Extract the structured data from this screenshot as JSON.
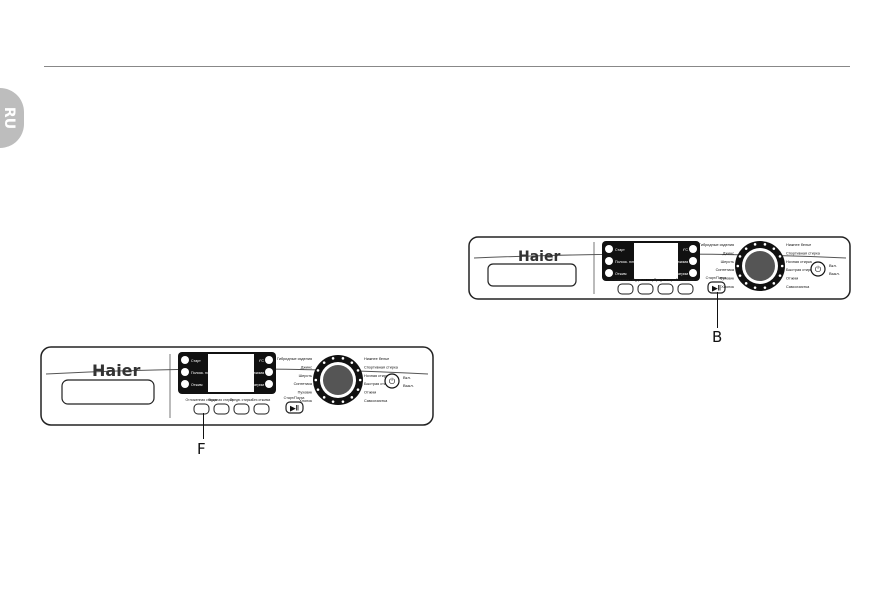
{
  "page": {
    "language_tab": "RU"
  },
  "panel_a": {
    "brand": "Haier",
    "left_buttons": [
      "Старт",
      "Полоск. плюс",
      "Отжим"
    ],
    "right_buttons": [
      "t°C",
      "Скорость отжима",
      "Затрим"
    ],
    "bottom_buttons": [
      "Отложенная стирка",
      "Водяная стирка",
      "Предв. стирка",
      "Без отжима"
    ],
    "start_pause_label": "Старт/Пауза",
    "dial_left_labels": [
      "Гибридные изделия",
      "Джинс",
      "Шерсть",
      "Синтетика",
      "Пуховик",
      "Хлопок"
    ],
    "dial_right_labels": [
      "Нижнее белье",
      "Спортивная стирка",
      "Ночная стирка",
      "Быстрая стирка",
      "Отжим",
      "Самоочистка"
    ],
    "power_labels": [
      "Вкл.",
      "Выкл."
    ],
    "callout_letter": "F"
  },
  "panel_b": {
    "brand": "Haier",
    "left_buttons": [
      "Старт",
      "Полоск. плюс",
      "Отжим"
    ],
    "right_buttons": [
      "t°C",
      "Скорость отжима",
      "Затрим"
    ],
    "bottom_buttons": [
      "Отложенная стирка",
      "Водяная стирка",
      "Предв. стирка",
      "Без отжима"
    ],
    "start_pause_label": "Старт/Пауза",
    "dial_left_labels": [
      "Гибридные изделия",
      "Джинс",
      "Шерсть",
      "Синтетика",
      "Пуховик",
      "Хлопок"
    ],
    "dial_right_labels": [
      "Нижнее белье",
      "Спортивная стирка",
      "Ночная стирка",
      "Быстрая стирка",
      "Отжим",
      "Самоочистка"
    ],
    "power_labels": [
      "Вкл.",
      "Выкл."
    ],
    "callout_letter": "B"
  }
}
